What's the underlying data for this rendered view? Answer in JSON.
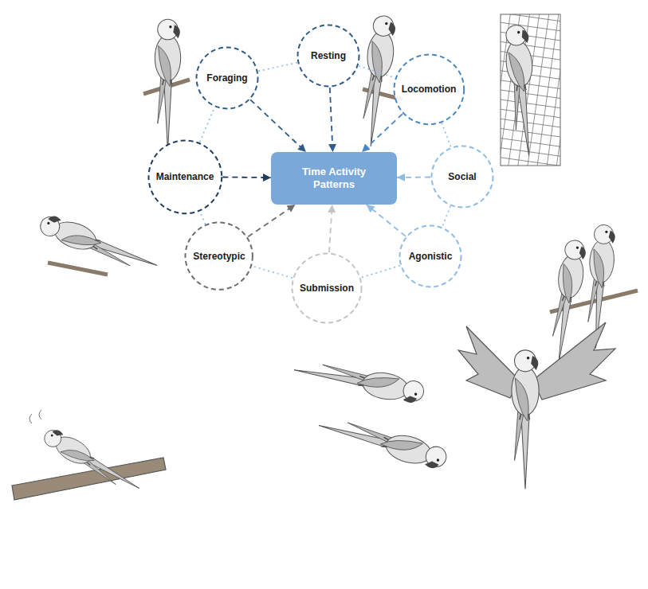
{
  "diagram": {
    "nodes": [
      {
        "text": [
          "Time Activity Patterns"
        ]
      },
      {
        "text": [
          "Foraging"
        ]
      },
      {
        "text": [
          "Resting"
        ]
      },
      {
        "text": [
          "Locomotion"
        ]
      },
      {
        "text": [
          "Social"
        ]
      },
      {
        "text": [
          "Agonistic"
        ]
      },
      {
        "text": [
          "Submission"
        ]
      },
      {
        "text": [
          "Stereotypic"
        ]
      },
      {
        "text": [
          "Maintenance"
        ]
      }
    ],
    "edges": [
      {
        "from": 1,
        "to": 0,
        "arrow": "to"
      },
      {
        "from": 2,
        "to": 0,
        "arrow": "to"
      },
      {
        "from": 3,
        "to": 0,
        "arrow": "to"
      },
      {
        "from": 4,
        "to": 0,
        "arrow": "to"
      },
      {
        "from": 5,
        "to": 0,
        "arrow": "to"
      },
      {
        "from": 6,
        "to": 0,
        "arrow": "to"
      },
      {
        "from": 7,
        "to": 0,
        "arrow": "to"
      },
      {
        "from": 8,
        "to": 0,
        "arrow": "to"
      },
      {
        "from": 1,
        "to": 2,
        "arrow": "none"
      },
      {
        "from": 2,
        "to": 3,
        "arrow": "none"
      },
      {
        "from": 3,
        "to": 4,
        "arrow": "none"
      },
      {
        "from": 4,
        "to": 5,
        "arrow": "none"
      },
      {
        "from": 5,
        "to": 6,
        "arrow": "none"
      },
      {
        "from": 6,
        "to": 7,
        "arrow": "none"
      },
      {
        "from": 7,
        "to": 8,
        "arrow": "none"
      },
      {
        "from": 8,
        "to": 1,
        "arrow": "none"
      }
    ]
  }
}
